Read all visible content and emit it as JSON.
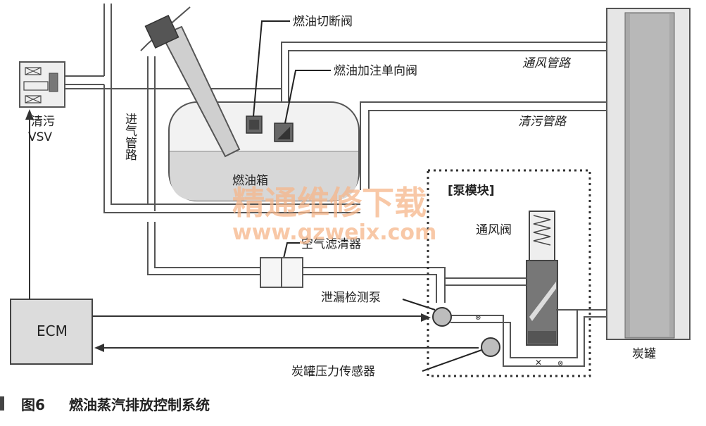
{
  "labels": {
    "fuel_cutoff_valve": "燃油切断阀",
    "fuel_fill_check_valve": "燃油加注单向阀",
    "vent_line": "通风管路",
    "purge_line": "清污管路",
    "intake_line": "进气管路",
    "fuel_tank": "燃油箱",
    "pump_module": "[泵模块]",
    "vent_valve": "通风阀",
    "air_filter": "空气滤清器",
    "leak_pump": "泄漏检测泵",
    "canister_sensor": "炭罐压力传感器",
    "canister": "炭罐",
    "purge_vsv_1": "清污",
    "purge_vsv_2": "VSV",
    "ecm": "ECM"
  },
  "caption": {
    "number": "图6",
    "title": "燃油蒸汽排放控制系统"
  },
  "watermark": {
    "cn": "精通维修下载",
    "url": "www.gzweix.com"
  },
  "colors": {
    "line": "#555555",
    "canister_fill": "#b0b0b0",
    "tank_fill": "#d7d7d7",
    "watermark": "#f5b58a"
  }
}
